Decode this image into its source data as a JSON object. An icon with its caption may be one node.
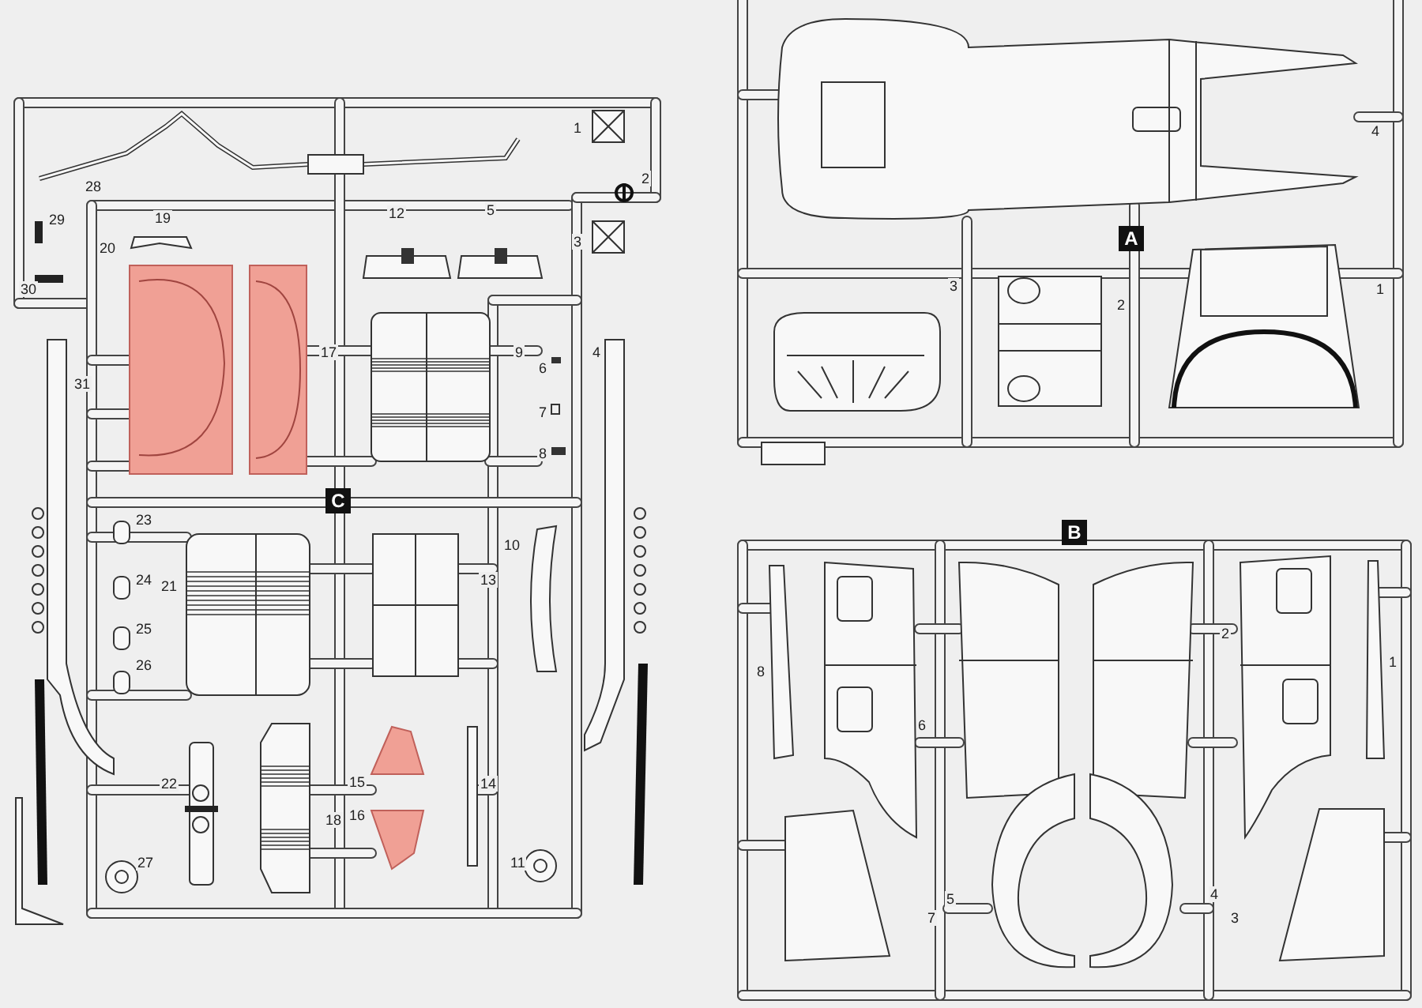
{
  "diagram": {
    "labels": [
      "1",
      "28",
      "2",
      "29",
      "19",
      "12",
      "5",
      "3",
      "30",
      "20",
      "17",
      "9",
      "6",
      "4",
      "31",
      "7",
      "8",
      "C",
      "23",
      "10",
      "24",
      "21",
      "13",
      "25",
      "26",
      "22",
      "15",
      "14",
      "18",
      "16",
      "27",
      "11",
      "4",
      "A",
      "3",
      "2",
      "1",
      "B",
      "2",
      "8",
      "1",
      "6",
      "5",
      "4",
      "7",
      "3"
    ]
  }
}
